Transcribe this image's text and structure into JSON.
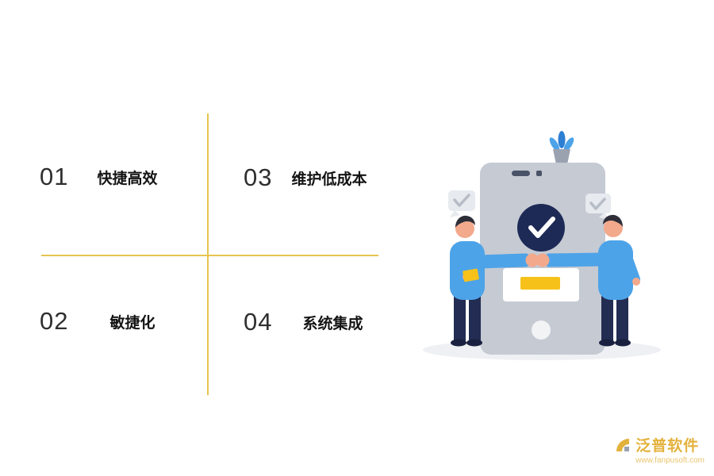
{
  "features": [
    {
      "number": "01",
      "label": "快捷高效",
      "position": "top-left"
    },
    {
      "number": "03",
      "label": "维护低成本",
      "position": "top-right"
    },
    {
      "number": "02",
      "label": "敏捷化",
      "position": "bottom-left"
    },
    {
      "number": "04",
      "label": "系统集成",
      "position": "bottom-right"
    }
  ],
  "brand": {
    "name": "泛普软件",
    "website": "www.fanpusoft.com"
  },
  "icons": {
    "illustration": "two-people-fist-bump-in-front-of-phone-with-checkmark",
    "bubble_left": "check-speech-bubble",
    "bubble_right": "check-speech-bubble",
    "phone_badge": "check-circle",
    "plant": "potted-plant",
    "logo": "fanpu-logo-mark"
  },
  "colors": {
    "divider_gold": "#e6c44e",
    "number_text": "#2f2f2f",
    "label_text": "#141414",
    "brand_gold": "#e3b23c",
    "phone_body": "#c5cad3",
    "check_circle_navy": "#1d2a56",
    "button_yellow": "#f6c21a",
    "shirt_blue": "#4da3e8",
    "pants_navy": "#232c52",
    "skin": "#f2a98c",
    "bubble_gray": "#e7eaee",
    "shadow": "#eef0f3"
  }
}
